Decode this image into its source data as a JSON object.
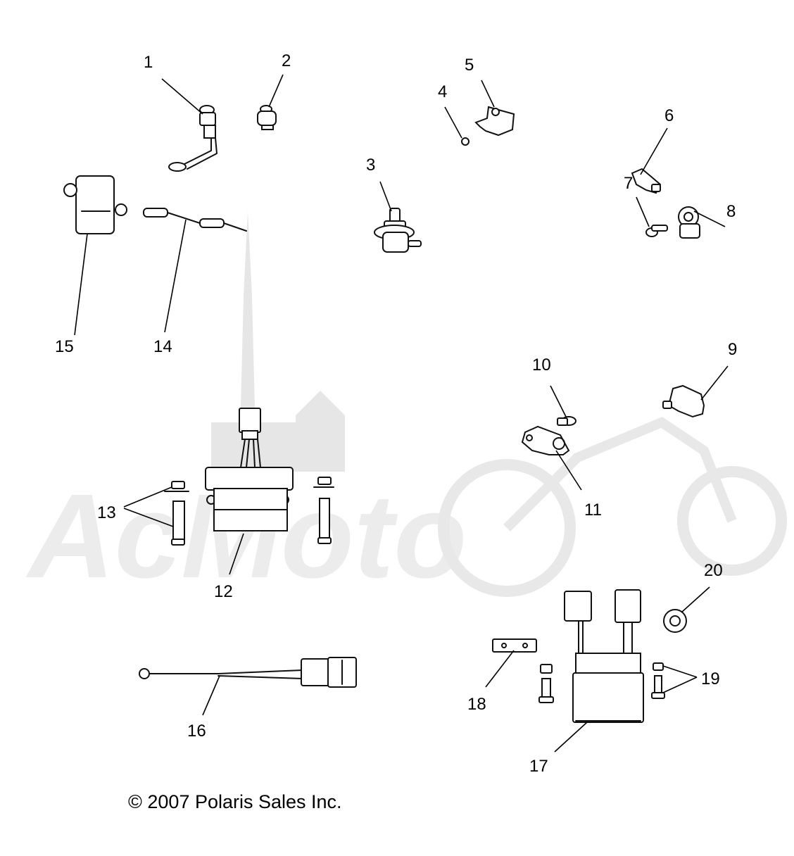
{
  "watermark": {
    "text": "AcMoto"
  },
  "callouts": {
    "c1": "1",
    "c2": "2",
    "c3": "3",
    "c4": "4",
    "c5": "5",
    "c6": "6",
    "c7": "7",
    "c8": "8",
    "c9": "9",
    "c10": "10",
    "c11": "11",
    "c12": "12",
    "c13": "13",
    "c14": "14",
    "c15": "15",
    "c16": "16",
    "c17": "17",
    "c18": "18",
    "c19": "19",
    "c20": "20"
  },
  "copyright": "© 2007 Polaris Sales Inc."
}
